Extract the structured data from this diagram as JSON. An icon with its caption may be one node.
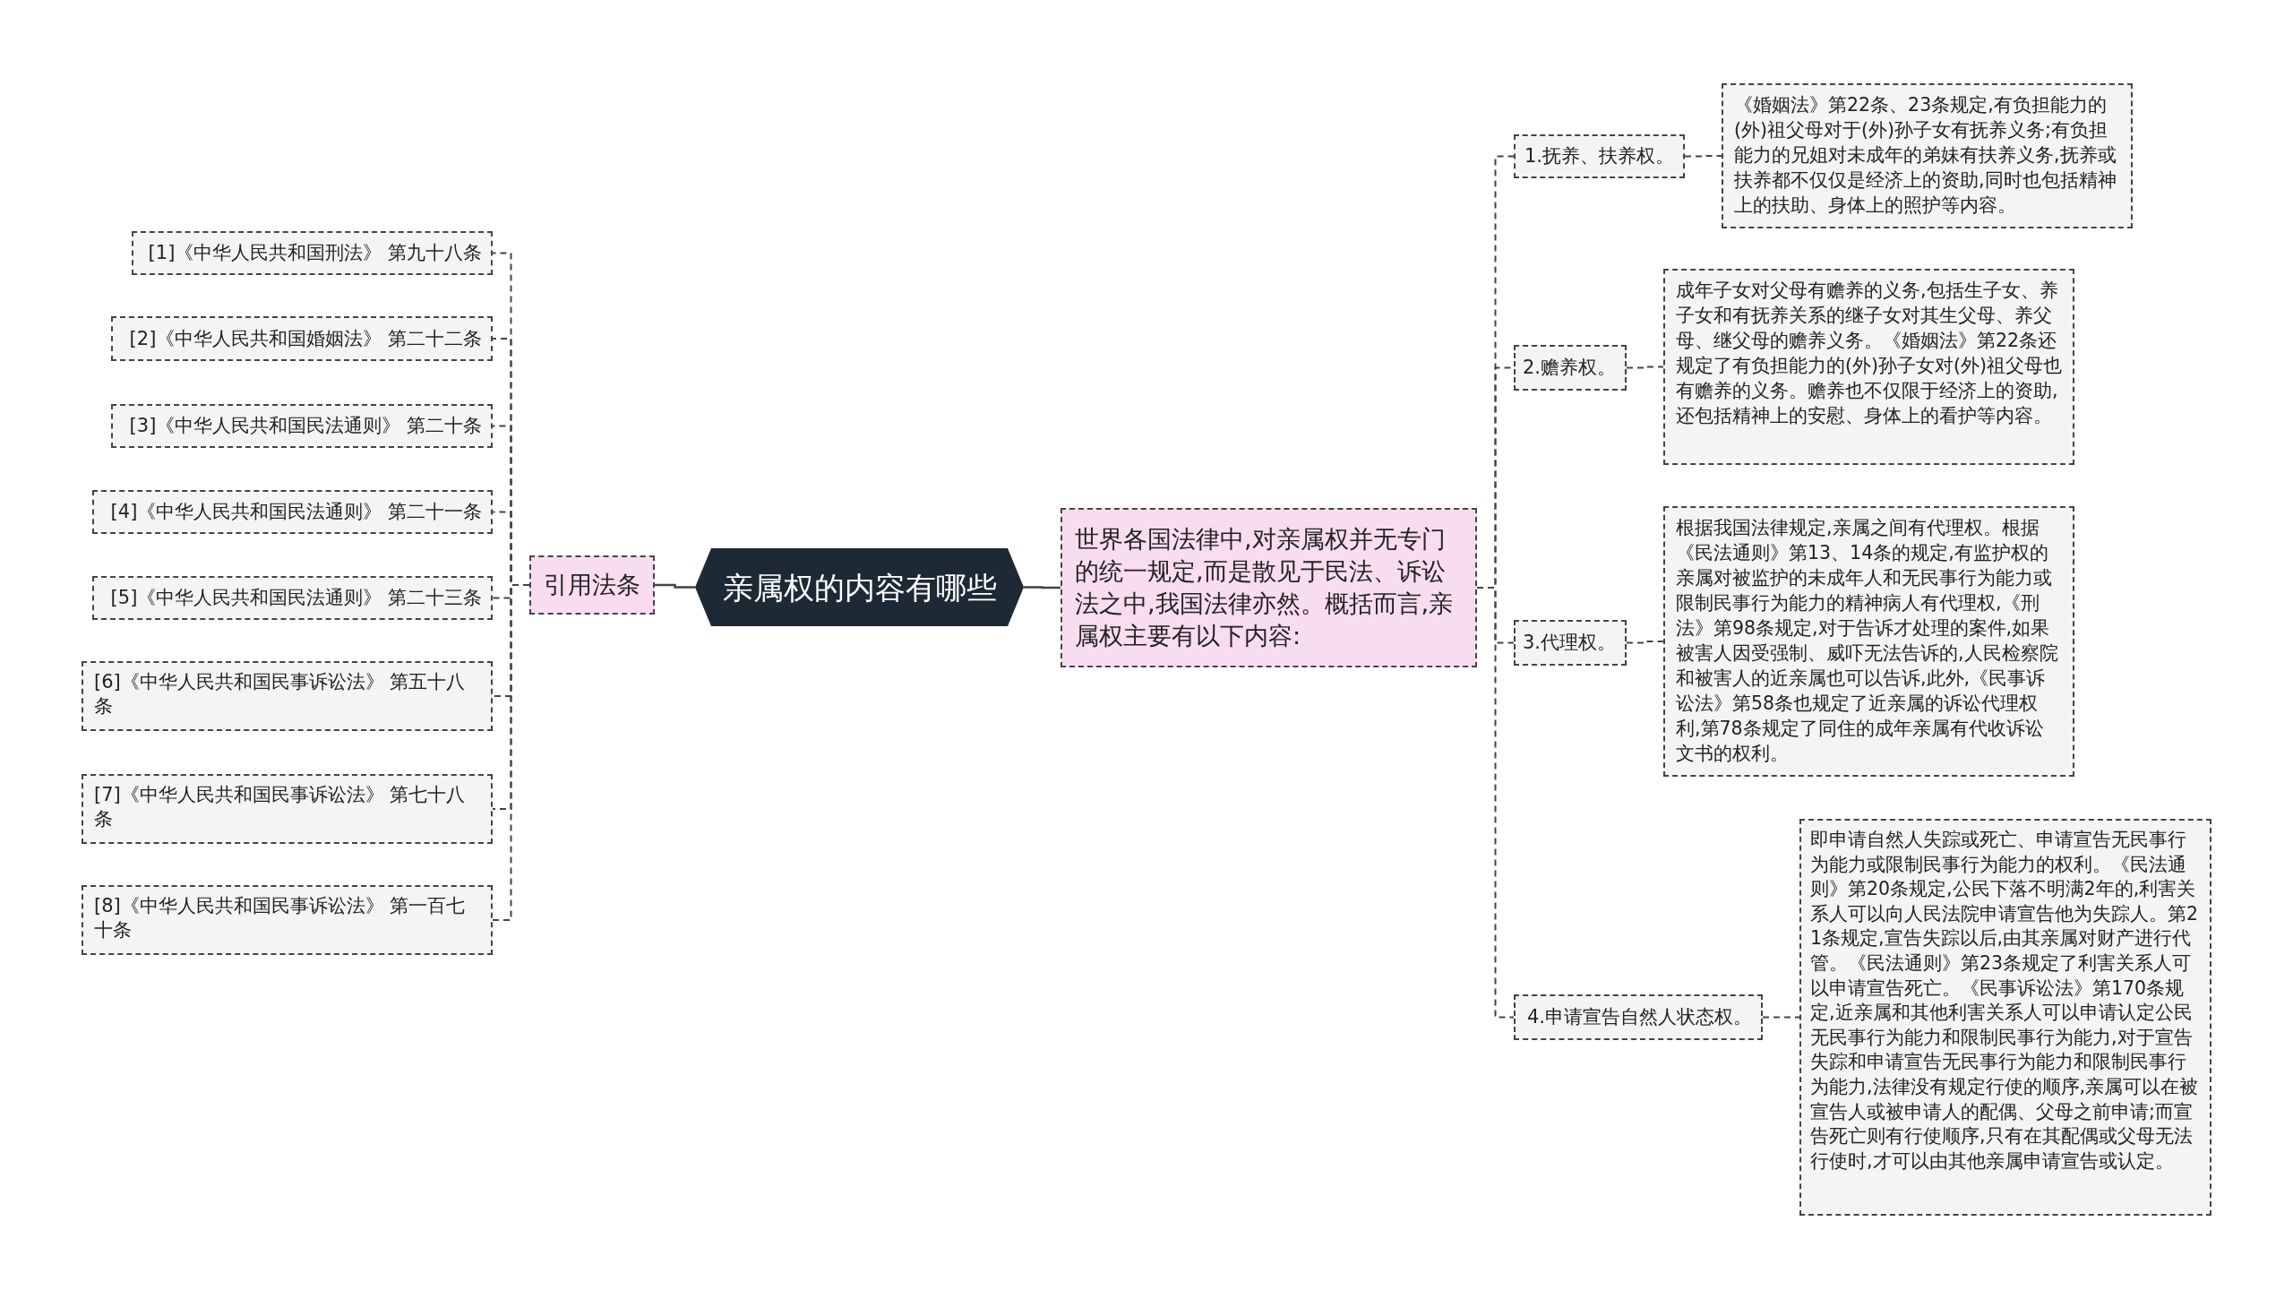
{
  "diagram": {
    "nodes": [
      {
        "text": [
          "亲属权的内容有哪些"
        ]
      },
      {
        "text": [
          "引用法条"
        ]
      },
      {
        "text": [
          "[1]《中华人民共和国刑法》 第九十八条"
        ]
      },
      {
        "text": [
          "[2]《中华人民共和国婚姻法》 第二十二条"
        ]
      },
      {
        "text": [
          "[3]《中华人民共和国民法通则》 第二十条"
        ]
      },
      {
        "text": [
          "[4]《中华人民共和国民法通则》 第二十一条"
        ]
      },
      {
        "text": [
          "[5]《中华人民共和国民法通则》 第二十三条"
        ]
      },
      {
        "text": [
          "[6]《中华人民共和国民事诉讼法》 第五十八条"
        ]
      },
      {
        "text": [
          "[7]《中华人民共和国民事诉讼法》 第七十八条"
        ]
      },
      {
        "text": [
          "[8]《中华人民共和国民事诉讼法》 第一百七十条"
        ]
      },
      {
        "text": [
          "世界各国法律中,对亲属权并无专门的统一规定,而是散见于民法、诉讼法之中,我国法律亦然。概括而言,亲属权主要有以下内容:"
        ]
      },
      {
        "text": [
          "1.抚养、扶养权。"
        ]
      },
      {
        "text": [
          "《婚姻法》第22条、23条规定,有负担能力的(外)祖父母对于(外)孙子女有抚养义务;有负担能力的兄姐对未成年的弟妹有扶养义务,抚养或扶养都不仅仅是经济上的资助,同时也包括精神上的扶助、身体上的照护等内容。"
        ]
      },
      {
        "text": [
          "2.赡养权。"
        ]
      },
      {
        "text": [
          "成年子女对父母有赡养的义务,包括生子女、养子女和有抚养关系的继子女对其生父母、养父母、继父母的赡养义务。《婚姻法》第22条还规定了有负担能力的(外)孙子女对(外)祖父母也有赡养的义务。赡养也不仅限于经济上的资助,还包括精神上的安慰、身体上的看护等内容。"
        ]
      },
      {
        "text": [
          "3.代理权。"
        ]
      },
      {
        "text": [
          "根据我国法律规定,亲属之间有代理权。根据《民法通则》第13、14条的规定,有监护权的亲属对被监护的未成年人和无民事行为能力或限制民事行为能力的精神病人有代理权,《刑法》第98条规定,对于告诉才处理的案件,如果被害人因受强制、威吓无法告诉的,人民检察院和被害人的近亲属也可以告诉,此外,《民事诉讼法》第58条也规定了近亲属的诉讼代理权利,第78条规定了同住的成年亲属有代收诉讼文书的权利。"
        ]
      },
      {
        "text": [
          "4.申请宣告自然人状态权。"
        ]
      },
      {
        "text": [
          "即申请自然人失踪或死亡、申请宣告无民事行为能力或限制民事行为能力的权利。《民法通则》第20条规定,公民下落不明满2年的,利害关系人可以向人民法院申请宣告他为失踪人。第21条规定,宣告失踪以后,由其亲属对财产进行代管。《民法通则》第23条规定了利害关系人可以申请宣告死亡。《民事诉讼法》第170条规定,近亲属和其他利害关系人可以申请认定公民无民事行为能力和限制民事行为能力,对于宣告失踪和申请宣告无民事行为能力和限制民事行为能力,法律没有规定行使的顺序,亲属可以在被宣告人或被申请人的配偶、父母之前申请;而宣告死亡则有行使顺序,只有在其配偶或父母无法行使时,才可以由其他亲属申请宣告或认定。"
        ]
      }
    ],
    "edges": [
      {
        "from": 0,
        "to": 1,
        "arrow": "none"
      },
      {
        "from": 1,
        "to": 2,
        "arrow": "none",
        "style": "dashed"
      },
      {
        "from": 1,
        "to": 3,
        "arrow": "none",
        "style": "dashed"
      },
      {
        "from": 1,
        "to": 4,
        "arrow": "none",
        "style": "dashed"
      },
      {
        "from": 1,
        "to": 5,
        "arrow": "none",
        "style": "dashed"
      },
      {
        "from": 1,
        "to": 6,
        "arrow": "none",
        "style": "dashed"
      },
      {
        "from": 1,
        "to": 7,
        "arrow": "none",
        "style": "dashed"
      },
      {
        "from": 1,
        "to": 8,
        "arrow": "none",
        "style": "dashed"
      },
      {
        "from": 1,
        "to": 9,
        "arrow": "none",
        "style": "dashed"
      },
      {
        "from": 0,
        "to": 10,
        "arrow": "none"
      },
      {
        "from": 10,
        "to": 11,
        "arrow": "none",
        "style": "dashed"
      },
      {
        "from": 10,
        "to": 13,
        "arrow": "none",
        "style": "dashed"
      },
      {
        "from": 10,
        "to": 15,
        "arrow": "none",
        "style": "dashed"
      },
      {
        "from": 10,
        "to": 17,
        "arrow": "none",
        "style": "dashed"
      },
      {
        "from": 11,
        "to": 12,
        "arrow": "none",
        "style": "dashed"
      },
      {
        "from": 13,
        "to": 14,
        "arrow": "none",
        "style": "dashed"
      },
      {
        "from": 15,
        "to": 16,
        "arrow": "none",
        "style": "dashed"
      },
      {
        "from": 17,
        "to": 18,
        "arrow": "none",
        "style": "dashed"
      }
    ]
  }
}
